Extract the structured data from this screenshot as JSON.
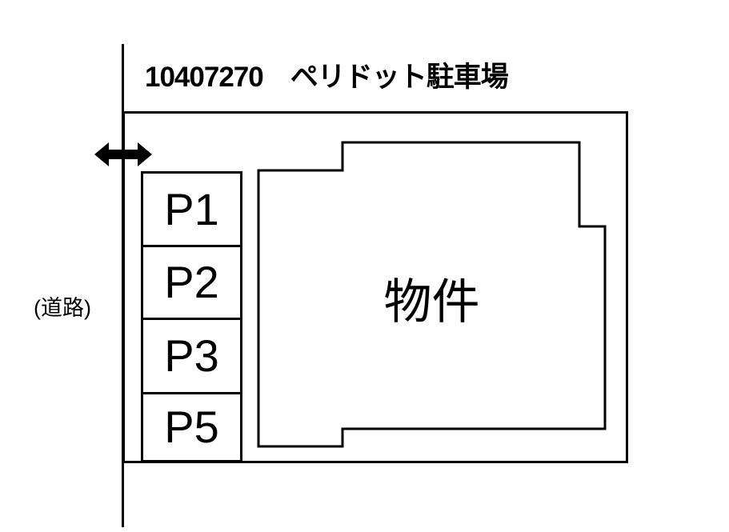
{
  "colors": {
    "background": "#ffffff",
    "line": "#000000",
    "text": "#000000"
  },
  "title": "10407270　ペリドット駐車場",
  "road": {
    "label": "(道路)"
  },
  "arrow": {
    "icon": "double-horizontal-arrow",
    "glyph": "↔"
  },
  "parking": {
    "spaces": [
      {
        "label": "P1"
      },
      {
        "label": "P2"
      },
      {
        "label": "P3"
      },
      {
        "label": "P5"
      }
    ]
  },
  "building": {
    "label": "物件"
  }
}
